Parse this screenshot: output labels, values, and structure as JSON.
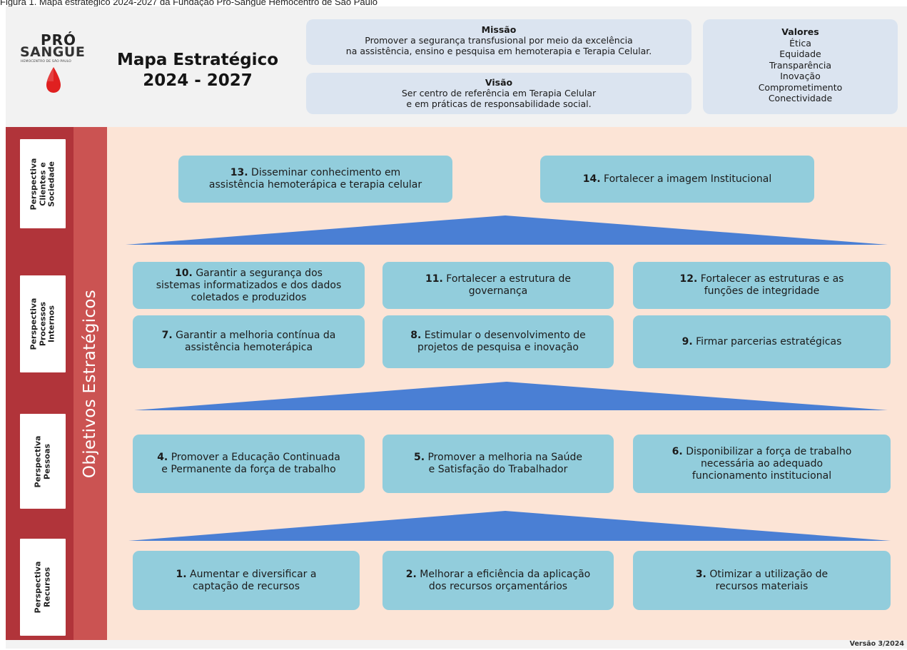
{
  "caption": "Figura 1. Mapa estratégico 2024-2027 da Fundação Pró-Sangue Hemocentro de São Paulo",
  "logo": {
    "line1": "PRÓ",
    "line2": "SANGUE",
    "line3": "HEMOCENTRO DE SÃO PAULO",
    "drop_color": "#e02020"
  },
  "title": {
    "line1": "Mapa Estratégico",
    "line2": "2024 - 2027"
  },
  "missao": {
    "heading": "Missão",
    "line1": "Promover a segurança transfusional por meio da excelência",
    "line2": "na assistência, ensino e pesquisa em hemoterapia e Terapia Celular."
  },
  "visao": {
    "heading": "Visão",
    "line1": "Ser centro de referência em Terapia Celular",
    "line2": "e em práticas de responsabilidade social."
  },
  "valores": {
    "heading": "Valores",
    "items": [
      "Ética",
      "Equidade",
      "Transparência",
      "Inovação",
      "Comprometimento",
      "Conectividade"
    ]
  },
  "side_label": "Objetivos Estratégicos",
  "perspectives": [
    {
      "lines": [
        "Perspectiva",
        "Clientes e",
        "Sociedade"
      ]
    },
    {
      "lines": [
        "Perspectiva",
        "Processos",
        "Internos"
      ]
    },
    {
      "lines": [
        "Perspectiva",
        "Pessoas"
      ]
    },
    {
      "lines": [
        "Perspectiva",
        "Recursos"
      ]
    }
  ],
  "objectives": {
    "o1": {
      "num": "1.",
      "l1": "Aumentar e diversificar a",
      "l2": "captação de recursos"
    },
    "o2": {
      "num": "2.",
      "l1": "Melhorar a eficiência da aplicação",
      "l2": "dos recursos orçamentários"
    },
    "o3": {
      "num": "3.",
      "l1": "Otimizar a utilização de",
      "l2": "recursos materiais"
    },
    "o4": {
      "num": "4.",
      "l1": "Promover a Educação Continuada",
      "l2": "e Permanente da força de trabalho"
    },
    "o5": {
      "num": "5.",
      "l1": "Promover a melhoria na Saúde",
      "l2": "e Satisfação do Trabalhador"
    },
    "o6": {
      "num": "6.",
      "l1": "Disponibilizar a força de trabalho",
      "l2": "necessária ao adequado",
      "l3": "funcionamento institucional"
    },
    "o7": {
      "num": "7.",
      "l1": "Garantir a melhoria contínua da",
      "l2": "assistência hemoterápica"
    },
    "o8": {
      "num": "8.",
      "l1": "Estimular o desenvolvimento de",
      "l2": "projetos de pesquisa e inovação"
    },
    "o9": {
      "num": "9.",
      "l1": "Firmar parcerias estratégicas"
    },
    "o10": {
      "num": "10.",
      "l1": "Garantir a segurança dos",
      "l2": "sistemas informatizados e dos dados",
      "l3": "coletados e produzidos"
    },
    "o11": {
      "num": "11.",
      "l1": "Fortalecer a  estrutura de",
      "l2": "governança"
    },
    "o12": {
      "num": "12.",
      "l1": "Fortalecer as estruturas e  as",
      "l2": "funções de integridade"
    },
    "o13": {
      "num": "13.",
      "l1": "Disseminar conhecimento em",
      "l2": "assistência hemoterápica e terapia celular"
    },
    "o14": {
      "num": "14.",
      "l1": "Fortalecer a imagem Institucional"
    }
  },
  "colors": {
    "header_bg": "#f2f2f2",
    "pill_bg": "#dbe4f0",
    "band_bg": "#fce4d6",
    "dark_red": "#b1343a",
    "light_red": "#cb5352",
    "box_bg": "#92cddc",
    "arrow_blue": "#4a7fd4"
  },
  "version": "Versão 3/2024"
}
